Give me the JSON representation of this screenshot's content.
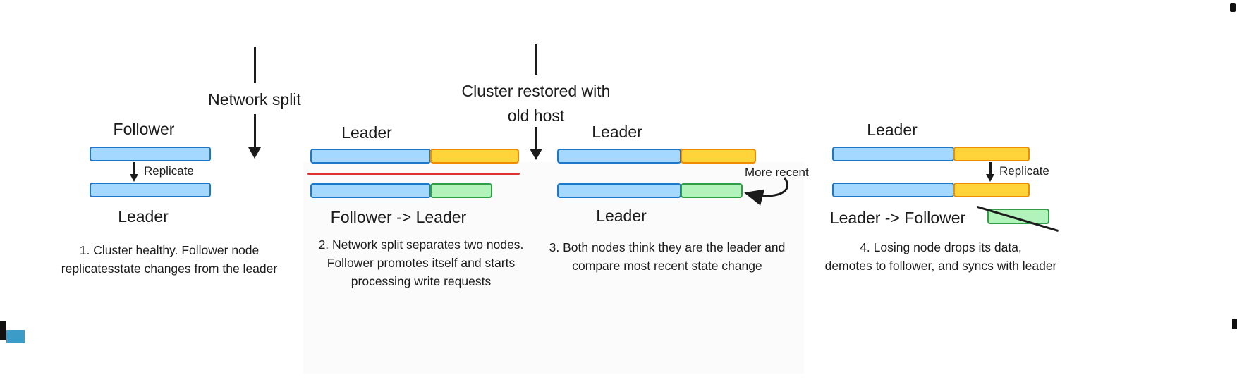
{
  "colors": {
    "blue_fill": "#a5d8ff",
    "blue_border": "#1d78c9",
    "orange_fill": "#ffd43b",
    "orange_border": "#f08c00",
    "green_fill": "#b2f2bb",
    "green_border": "#2f9e44",
    "red_line": "#e03131",
    "ink": "#1b1b1b",
    "teal_artifact": "#3d9bc7"
  },
  "transitions": [
    {
      "label": "Network split"
    },
    {
      "label_line1": "Cluster restored with",
      "label_line2": "old host"
    }
  ],
  "panels": [
    {
      "top_label": "Follower",
      "arrow_label": "Replicate",
      "bottom_label": "Leader",
      "caption_line1": "1. Cluster healthy. Follower node",
      "caption_line2": "replicatesstate changes from the leader"
    },
    {
      "top_label": "Leader",
      "bottom_label": "Follower -> Leader",
      "caption_line1": "2. Network split separates two nodes.",
      "caption_line2": "Follower promotes itself and starts",
      "caption_line3": "processing write requests"
    },
    {
      "top_label": "Leader",
      "annotation": "More recent",
      "bottom_label": "Leader",
      "caption_line1": "3. Both nodes think they are the leader and",
      "caption_line2": "compare most recent state change"
    },
    {
      "top_label": "Leader",
      "arrow_label": "Replicate",
      "bottom_label": "Leader -> Follower",
      "caption_line1": "4. Losing node drops its data,",
      "caption_line2": "demotes to follower, and syncs with leader"
    }
  ]
}
